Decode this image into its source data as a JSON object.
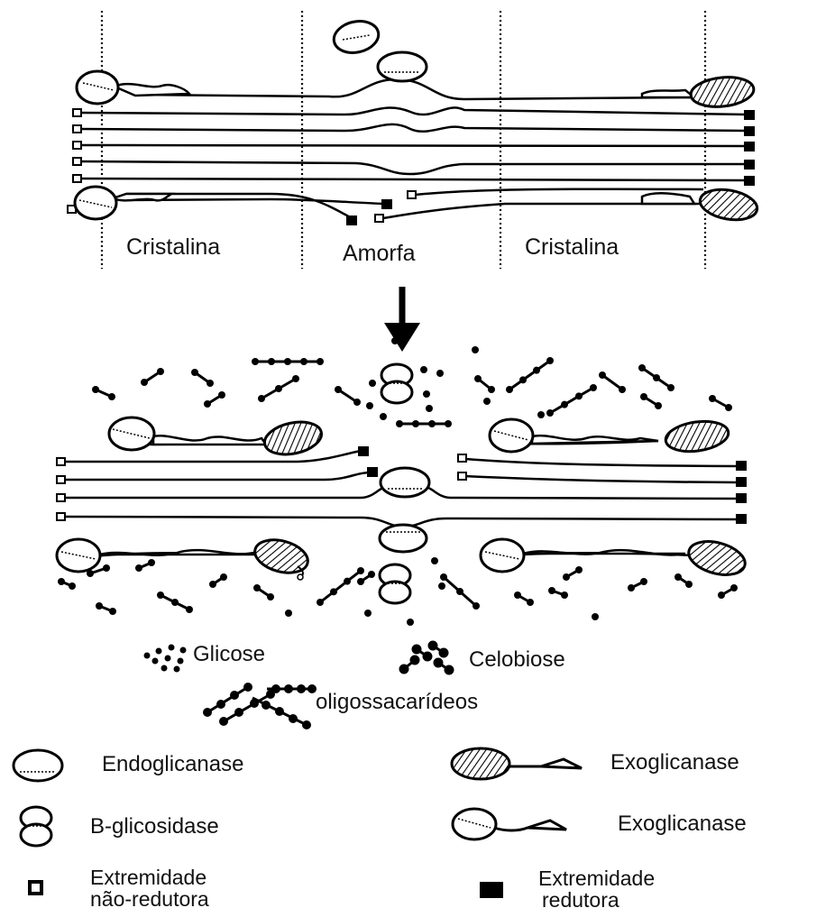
{
  "regions": {
    "left": "Cristalina",
    "middle": "Amorfa",
    "right": "Cristalina"
  },
  "products": {
    "glucose": "Glicose",
    "cellobiose": "Celobiose",
    "oligosaccharides": "oligossacarídeos"
  },
  "enzymes": {
    "endoglucanase": "Endoglicanase",
    "exoglucanase_1": "Exoglicanase",
    "beta_glucosidase": "B-glicosidase",
    "exoglucanase_2": "Exoglicanase"
  },
  "chain_ends": {
    "non_reducing_line1": "Extremidade",
    "non_reducing_line2": "não-redutora",
    "reducing_line1": "Extremidade",
    "reducing_line2": "redutora"
  }
}
